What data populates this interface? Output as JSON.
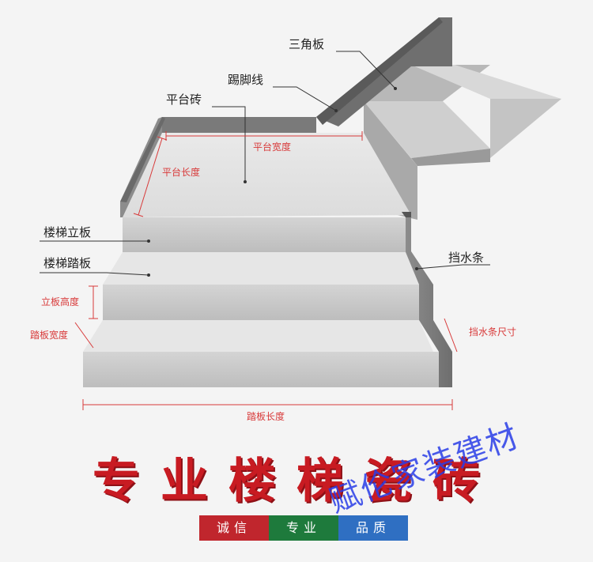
{
  "labels": {
    "triangle_board": "三角板",
    "skirting_line": "踢脚线",
    "platform_tile": "平台砖",
    "stair_riser": "楼梯立板",
    "stair_tread": "楼梯踏板",
    "water_stop": "挡水条"
  },
  "dimensions": {
    "platform_width": "平台宽度",
    "platform_length": "平台长度",
    "riser_height": "立板高度",
    "tread_width": "踏板宽度",
    "water_stop_size": "挡水条尺寸",
    "tread_length": "踏板长度"
  },
  "slogan": "专业楼梯瓷砖",
  "badges": [
    {
      "label": "诚信",
      "color": "#c0262d"
    },
    {
      "label": "专业",
      "color": "#1e7a3c"
    },
    {
      "label": "品质",
      "color": "#2f6fc2"
    }
  ],
  "watermark": "赋伦家装建材",
  "colors": {
    "accent": "#d83a3a",
    "slogan": "#c81b22"
  }
}
